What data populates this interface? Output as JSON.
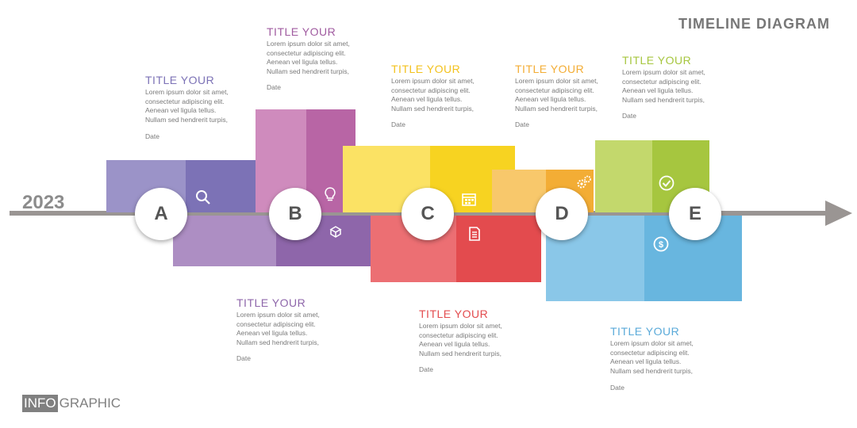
{
  "header": {
    "title": "TIMELINE  DIAGRAM"
  },
  "year": "2023",
  "logo": {
    "boxed": "INFO",
    "plain": "GRAPHIC"
  },
  "colors": {
    "line": "#9a9593",
    "a_light": "#9b93c8",
    "a_dark": "#7c72b6",
    "a2_light": "#ad8ec3",
    "a2_dark": "#8e66aa",
    "b_light": "#cf8bbd",
    "b_dark": "#b865a5",
    "c_light": "#fbe264",
    "c_dark": "#f7d321",
    "c2_light": "#ec6f73",
    "c2_dark": "#e34b4e",
    "d_light": "#f8c86b",
    "d_dark": "#f3ad35",
    "d2_light": "#8ac7e8",
    "d2_dark": "#68b6df",
    "e_light": "#c3d86c",
    "e_dark": "#a6c63f",
    "title_a": "#7c72b6",
    "title_b": "#a05ba0",
    "title_c": "#f3c21d",
    "title_d": "#f3ad35",
    "title_e": "#a6c63f",
    "title_f": "#8e66aa",
    "title_g": "#e34b4e",
    "title_h": "#5aaad9"
  },
  "milestones": [
    {
      "letter": "A",
      "icon": "search-icon"
    },
    {
      "letter": "B",
      "icon": "lightbulb-icon"
    },
    {
      "letter": "C",
      "icon": "calendar-icon"
    },
    {
      "letter": "D",
      "icon": "gears-icon"
    },
    {
      "letter": "E",
      "icon": "checkmark-icon"
    }
  ],
  "lower_icons": [
    "box-icon",
    "document-icon",
    "dollar-icon"
  ],
  "texts": [
    {
      "title": "TITLE YOUR",
      "body": "Lorem ipsum dolor sit amet, consectetur adipiscing elit. Aenean vel ligula tellus. Nullam sed hendrerit turpis,",
      "date": "Date"
    },
    {
      "title": "TITLE YOUR",
      "body": "Lorem ipsum dolor sit amet, consectetur adipiscing elit. Aenean vel ligula tellus. Nullam sed hendrerit turpis,",
      "date": "Date"
    },
    {
      "title": "TITLE YOUR",
      "body": "Lorem ipsum dolor sit amet, consectetur adipiscing elit. Aenean vel ligula tellus. Nullam sed hendrerit turpis,",
      "date": "Date"
    },
    {
      "title": "TITLE YOUR",
      "body": "Lorem ipsum dolor sit amet, consectetur adipiscing elit. Aenean vel ligula tellus. Nullam sed hendrerit turpis,",
      "date": "Date"
    },
    {
      "title": "TITLE YOUR",
      "body": "Lorem ipsum dolor sit amet, consectetur adipiscing elit. Aenean vel ligula tellus. Nullam sed hendrerit turpis,",
      "date": "Date"
    },
    {
      "title": "TITLE YOUR",
      "body": "Lorem ipsum dolor sit amet, consectetur adipiscing elit. Aenean vel ligula tellus. Nullam sed hendrerit turpis,",
      "date": "Date"
    },
    {
      "title": "TITLE YOUR",
      "body": "Lorem ipsum dolor sit amet, consectetur adipiscing elit. Aenean vel ligula tellus. Nullam sed hendrerit turpis,",
      "date": "Date"
    },
    {
      "title": "TITLE YOUR",
      "body": "Lorem ipsum dolor sit amet, consectetur adipiscing elit. Aenean vel ligula tellus. Nullam sed hendrerit turpis,",
      "date": "Date"
    }
  ]
}
